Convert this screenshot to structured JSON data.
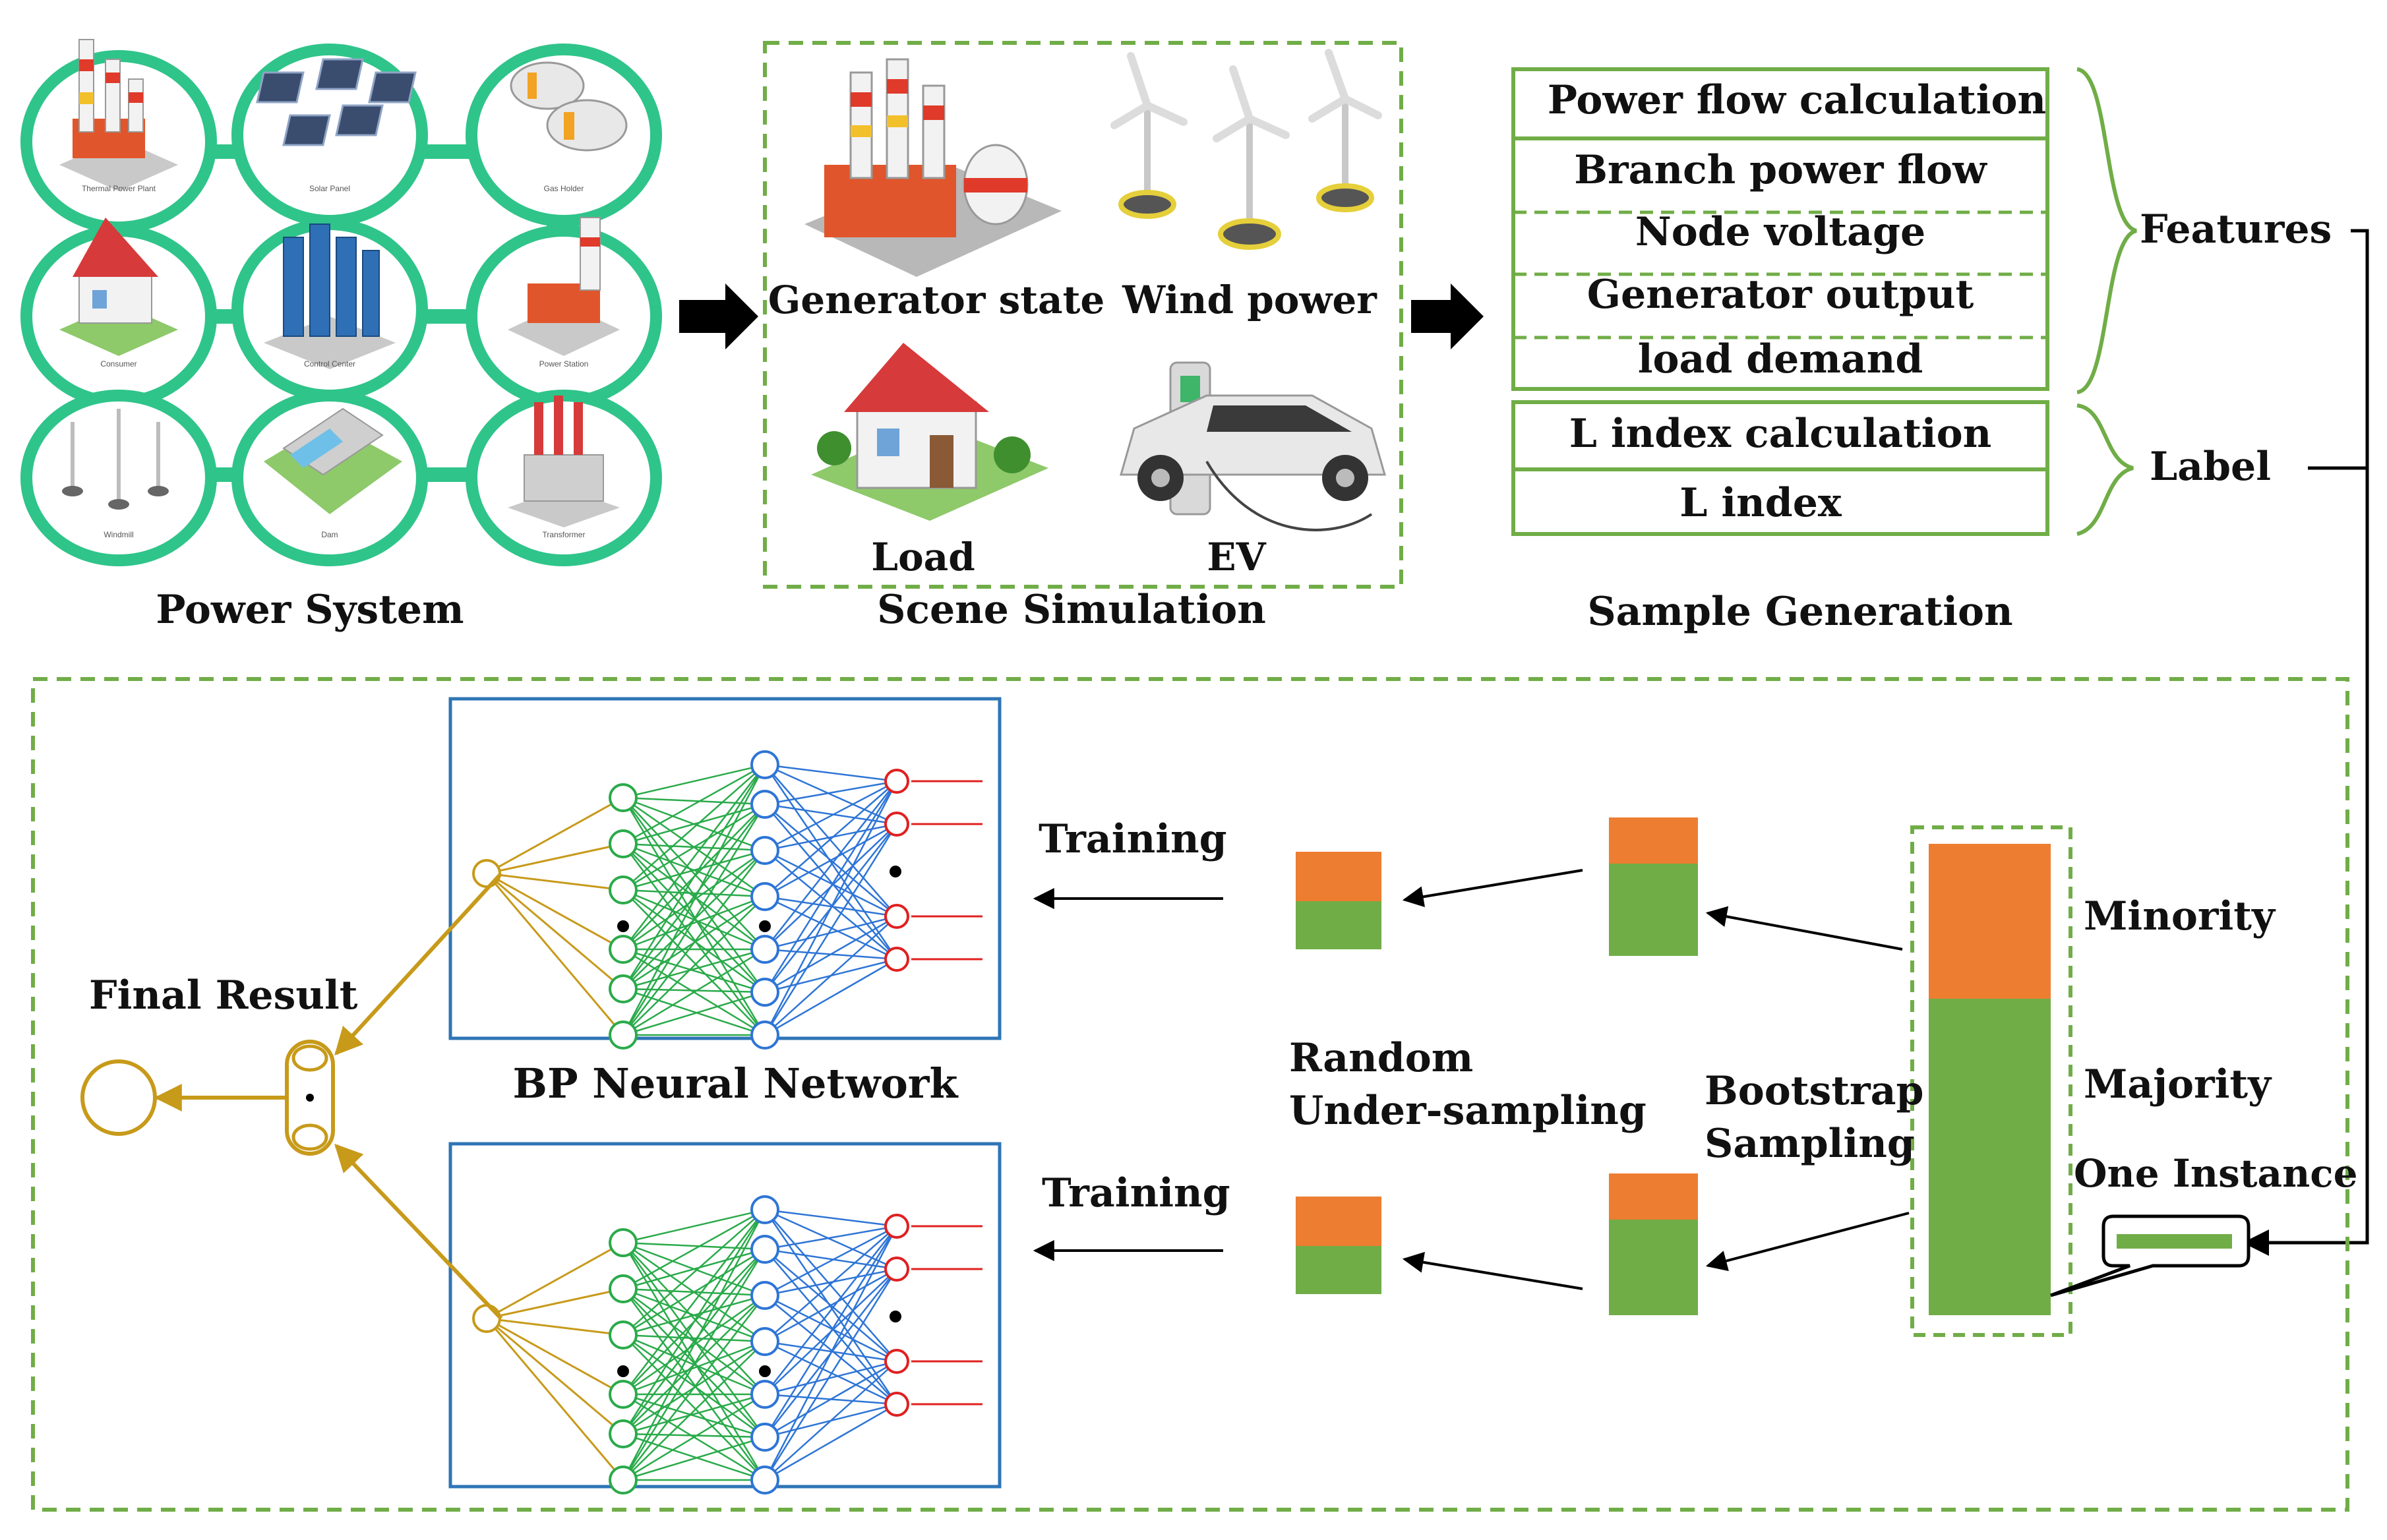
{
  "sections": {
    "power_system": "Power System",
    "scene_simulation": "Scene Simulation",
    "sample_generation": "Sample Generation"
  },
  "power_system_icons": [
    {
      "label": "Thermal Power Plant",
      "icon": "thermal-plant-icon"
    },
    {
      "label": "Solar Panel",
      "icon": "solar-panel-icon"
    },
    {
      "label": "Gas Holder",
      "icon": "gas-holder-icon"
    },
    {
      "label": "Consumer",
      "icon": "house-icon"
    },
    {
      "label": "Control Center",
      "icon": "control-center-icon"
    },
    {
      "label": "Power Station",
      "icon": "power-station-icon"
    },
    {
      "label": "Windmill",
      "icon": "wind-turbine-icon"
    },
    {
      "label": "Dam",
      "icon": "dam-icon"
    },
    {
      "label": "Transformer",
      "icon": "transformer-icon"
    }
  ],
  "scene": {
    "generator_state": "Generator state",
    "wind_power": "Wind power",
    "load": "Load",
    "ev": "EV"
  },
  "features": {
    "items": [
      "Power flow calculation",
      "Branch power flow",
      "Node voltage",
      "Generator output",
      "load demand"
    ],
    "brace_label": "Features"
  },
  "label_group": {
    "items": [
      "L index calculation",
      "L index"
    ],
    "brace_label": "Label"
  },
  "ensemble": {
    "final_result": "Final Result",
    "bp_network": "BP Neural Network",
    "training_top": "Training",
    "training_bottom": "Training",
    "random_under_sampling_1": "Random",
    "random_under_sampling_2": "Under-sampling",
    "bootstrap_1": "Bootstrap",
    "bootstrap_2": "Sampling",
    "minority": "Minority",
    "majority": "Majority",
    "one_instance": "One Instance"
  },
  "colors": {
    "minority": "#ed7d31",
    "majority": "#70ad47",
    "dashed_border": "#70ad47",
    "network_box": "#2e75b6",
    "output_layer": "#c79a1a",
    "hidden_1": "#2aaa4a",
    "hidden_2": "#2e75d6",
    "input_layer": "#e02020",
    "ring": "#2fc48a"
  }
}
